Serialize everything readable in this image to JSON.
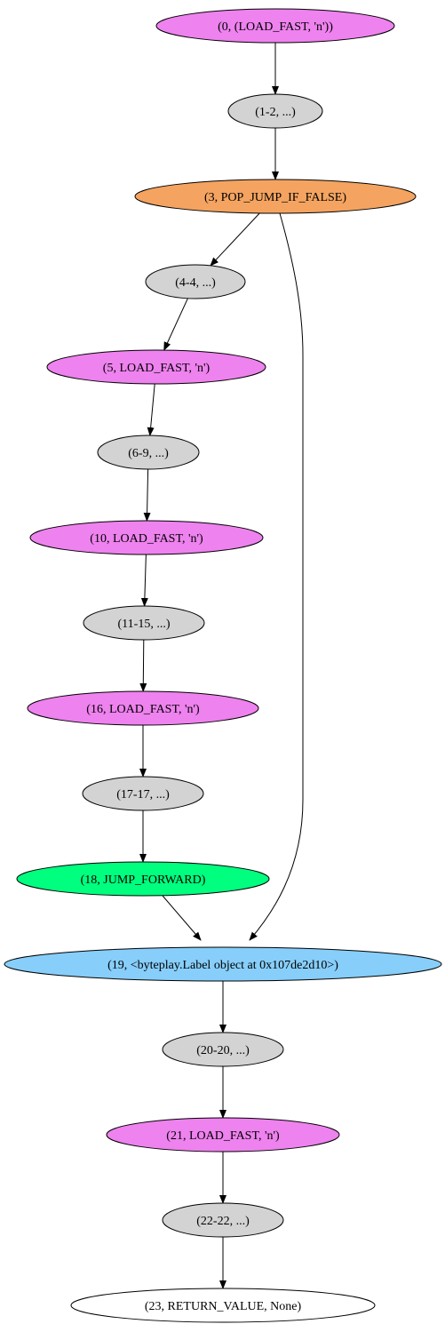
{
  "nodes": [
    {
      "id": "n0",
      "label": "(0, (LOAD_FAST, 'n'))",
      "color": "#ee82ee"
    },
    {
      "id": "n1",
      "label": "(1-2, ...)",
      "color": "#d3d3d3"
    },
    {
      "id": "n3",
      "label": "(3, POP_JUMP_IF_FALSE)",
      "color": "#f4a460"
    },
    {
      "id": "n4",
      "label": "(4-4, ...)",
      "color": "#d3d3d3"
    },
    {
      "id": "n5",
      "label": "(5, LOAD_FAST, 'n')",
      "color": "#ee82ee"
    },
    {
      "id": "n6",
      "label": "(6-9, ...)",
      "color": "#d3d3d3"
    },
    {
      "id": "n10",
      "label": "(10, LOAD_FAST, 'n')",
      "color": "#ee82ee"
    },
    {
      "id": "n11",
      "label": "(11-15, ...)",
      "color": "#d3d3d3"
    },
    {
      "id": "n16",
      "label": "(16, LOAD_FAST, 'n')",
      "color": "#ee82ee"
    },
    {
      "id": "n17",
      "label": "(17-17, ...)",
      "color": "#d3d3d3"
    },
    {
      "id": "n18",
      "label": "(18, JUMP_FORWARD)",
      "color": "#00ff7f"
    },
    {
      "id": "n19",
      "label": "(19, <byteplay.Label object at 0x107de2d10>)",
      "color": "#87cefa"
    },
    {
      "id": "n20",
      "label": "(20-20, ...)",
      "color": "#d3d3d3"
    },
    {
      "id": "n21",
      "label": "(21, LOAD_FAST, 'n')",
      "color": "#ee82ee"
    },
    {
      "id": "n22",
      "label": "(22-22, ...)",
      "color": "#d3d3d3"
    },
    {
      "id": "n23",
      "label": "(23, RETURN_VALUE, None)",
      "color": "#ffffff"
    }
  ],
  "edges": [
    {
      "from": "n0",
      "to": "n1"
    },
    {
      "from": "n1",
      "to": "n3"
    },
    {
      "from": "n3",
      "to": "n4"
    },
    {
      "from": "n3",
      "to": "n19"
    },
    {
      "from": "n4",
      "to": "n5"
    },
    {
      "from": "n5",
      "to": "n6"
    },
    {
      "from": "n6",
      "to": "n10"
    },
    {
      "from": "n10",
      "to": "n11"
    },
    {
      "from": "n11",
      "to": "n16"
    },
    {
      "from": "n16",
      "to": "n17"
    },
    {
      "from": "n17",
      "to": "n18"
    },
    {
      "from": "n18",
      "to": "n19"
    },
    {
      "from": "n19",
      "to": "n20"
    },
    {
      "from": "n20",
      "to": "n21"
    },
    {
      "from": "n21",
      "to": "n22"
    },
    {
      "from": "n22",
      "to": "n23"
    }
  ],
  "style": {
    "stroke_color": "#000000"
  }
}
